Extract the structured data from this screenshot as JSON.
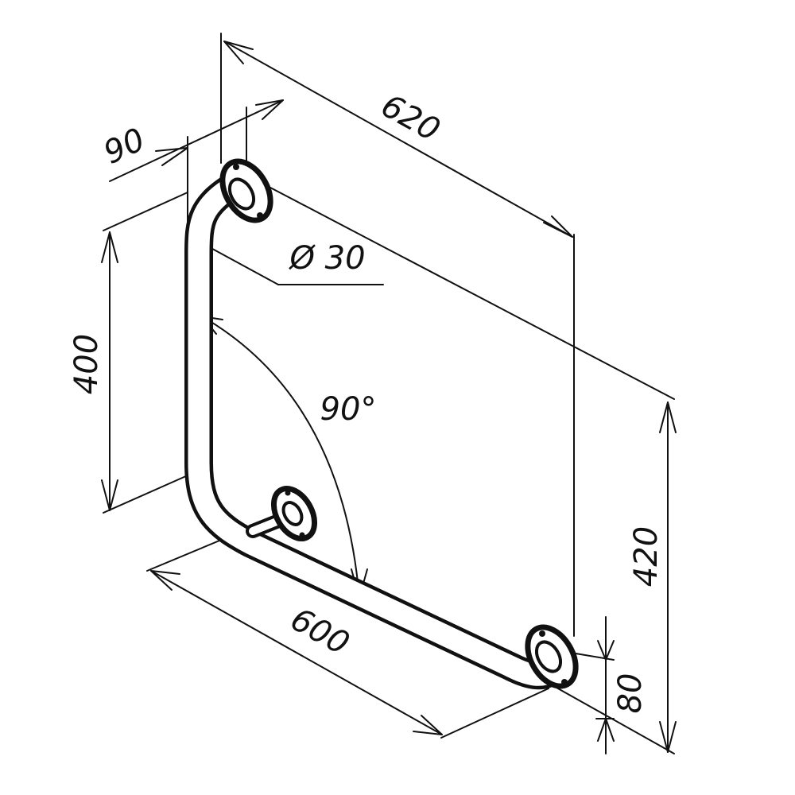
{
  "dimensions": {
    "overall_width": "620",
    "depth": "90",
    "diameter": "Ø 30",
    "vertical_length": "400",
    "angle": "90°",
    "horizontal_length": "600",
    "overall_height": "420",
    "flange_offset": "80"
  },
  "colors": {
    "line": "#111111",
    "background": "#ffffff"
  }
}
